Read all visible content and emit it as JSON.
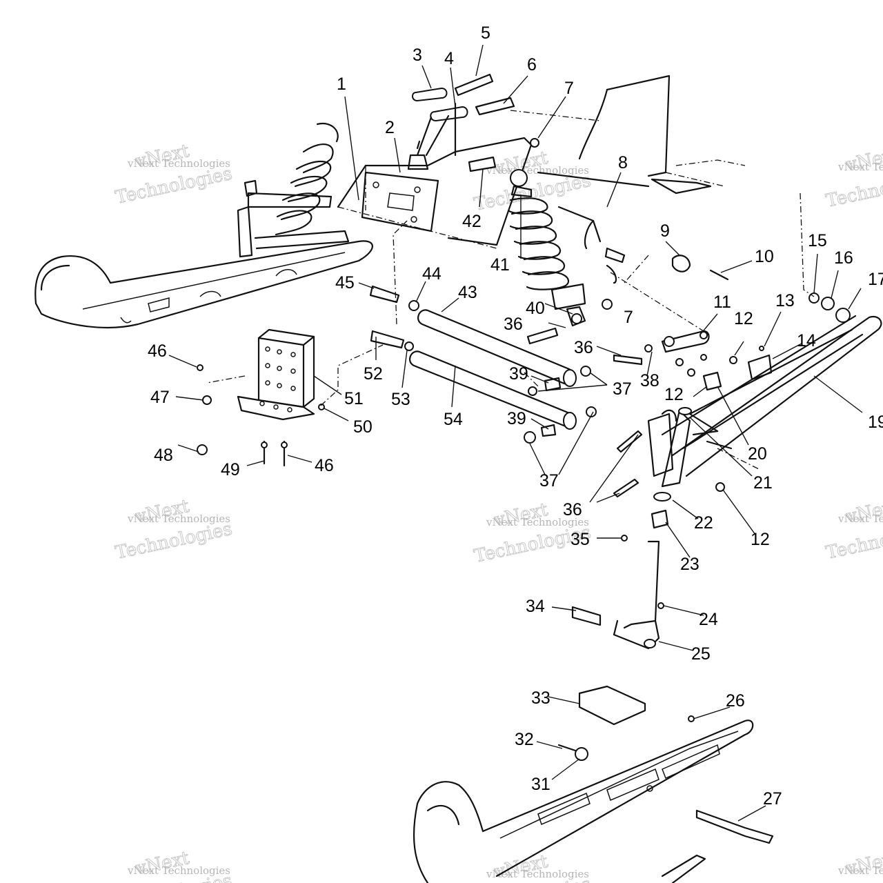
{
  "watermark": {
    "line1": "vNext Technologies",
    "line2": "Technologies",
    "line3": "vNext"
  },
  "callouts": [
    "1",
    "2",
    "3",
    "4",
    "5",
    "6",
    "7",
    "7",
    "8",
    "9",
    "10",
    "11",
    "12",
    "12",
    "12",
    "12",
    "13",
    "14",
    "15",
    "16",
    "17",
    "19",
    "20",
    "21",
    "22",
    "23",
    "24",
    "25",
    "26",
    "27",
    "31",
    "32",
    "33",
    "34",
    "35",
    "36",
    "36",
    "36",
    "36",
    "37",
    "37",
    "38",
    "39",
    "39",
    "40",
    "41",
    "42",
    "43",
    "44",
    "45",
    "46",
    "46",
    "47",
    "48",
    "49",
    "50",
    "51",
    "52",
    "53",
    "54"
  ]
}
